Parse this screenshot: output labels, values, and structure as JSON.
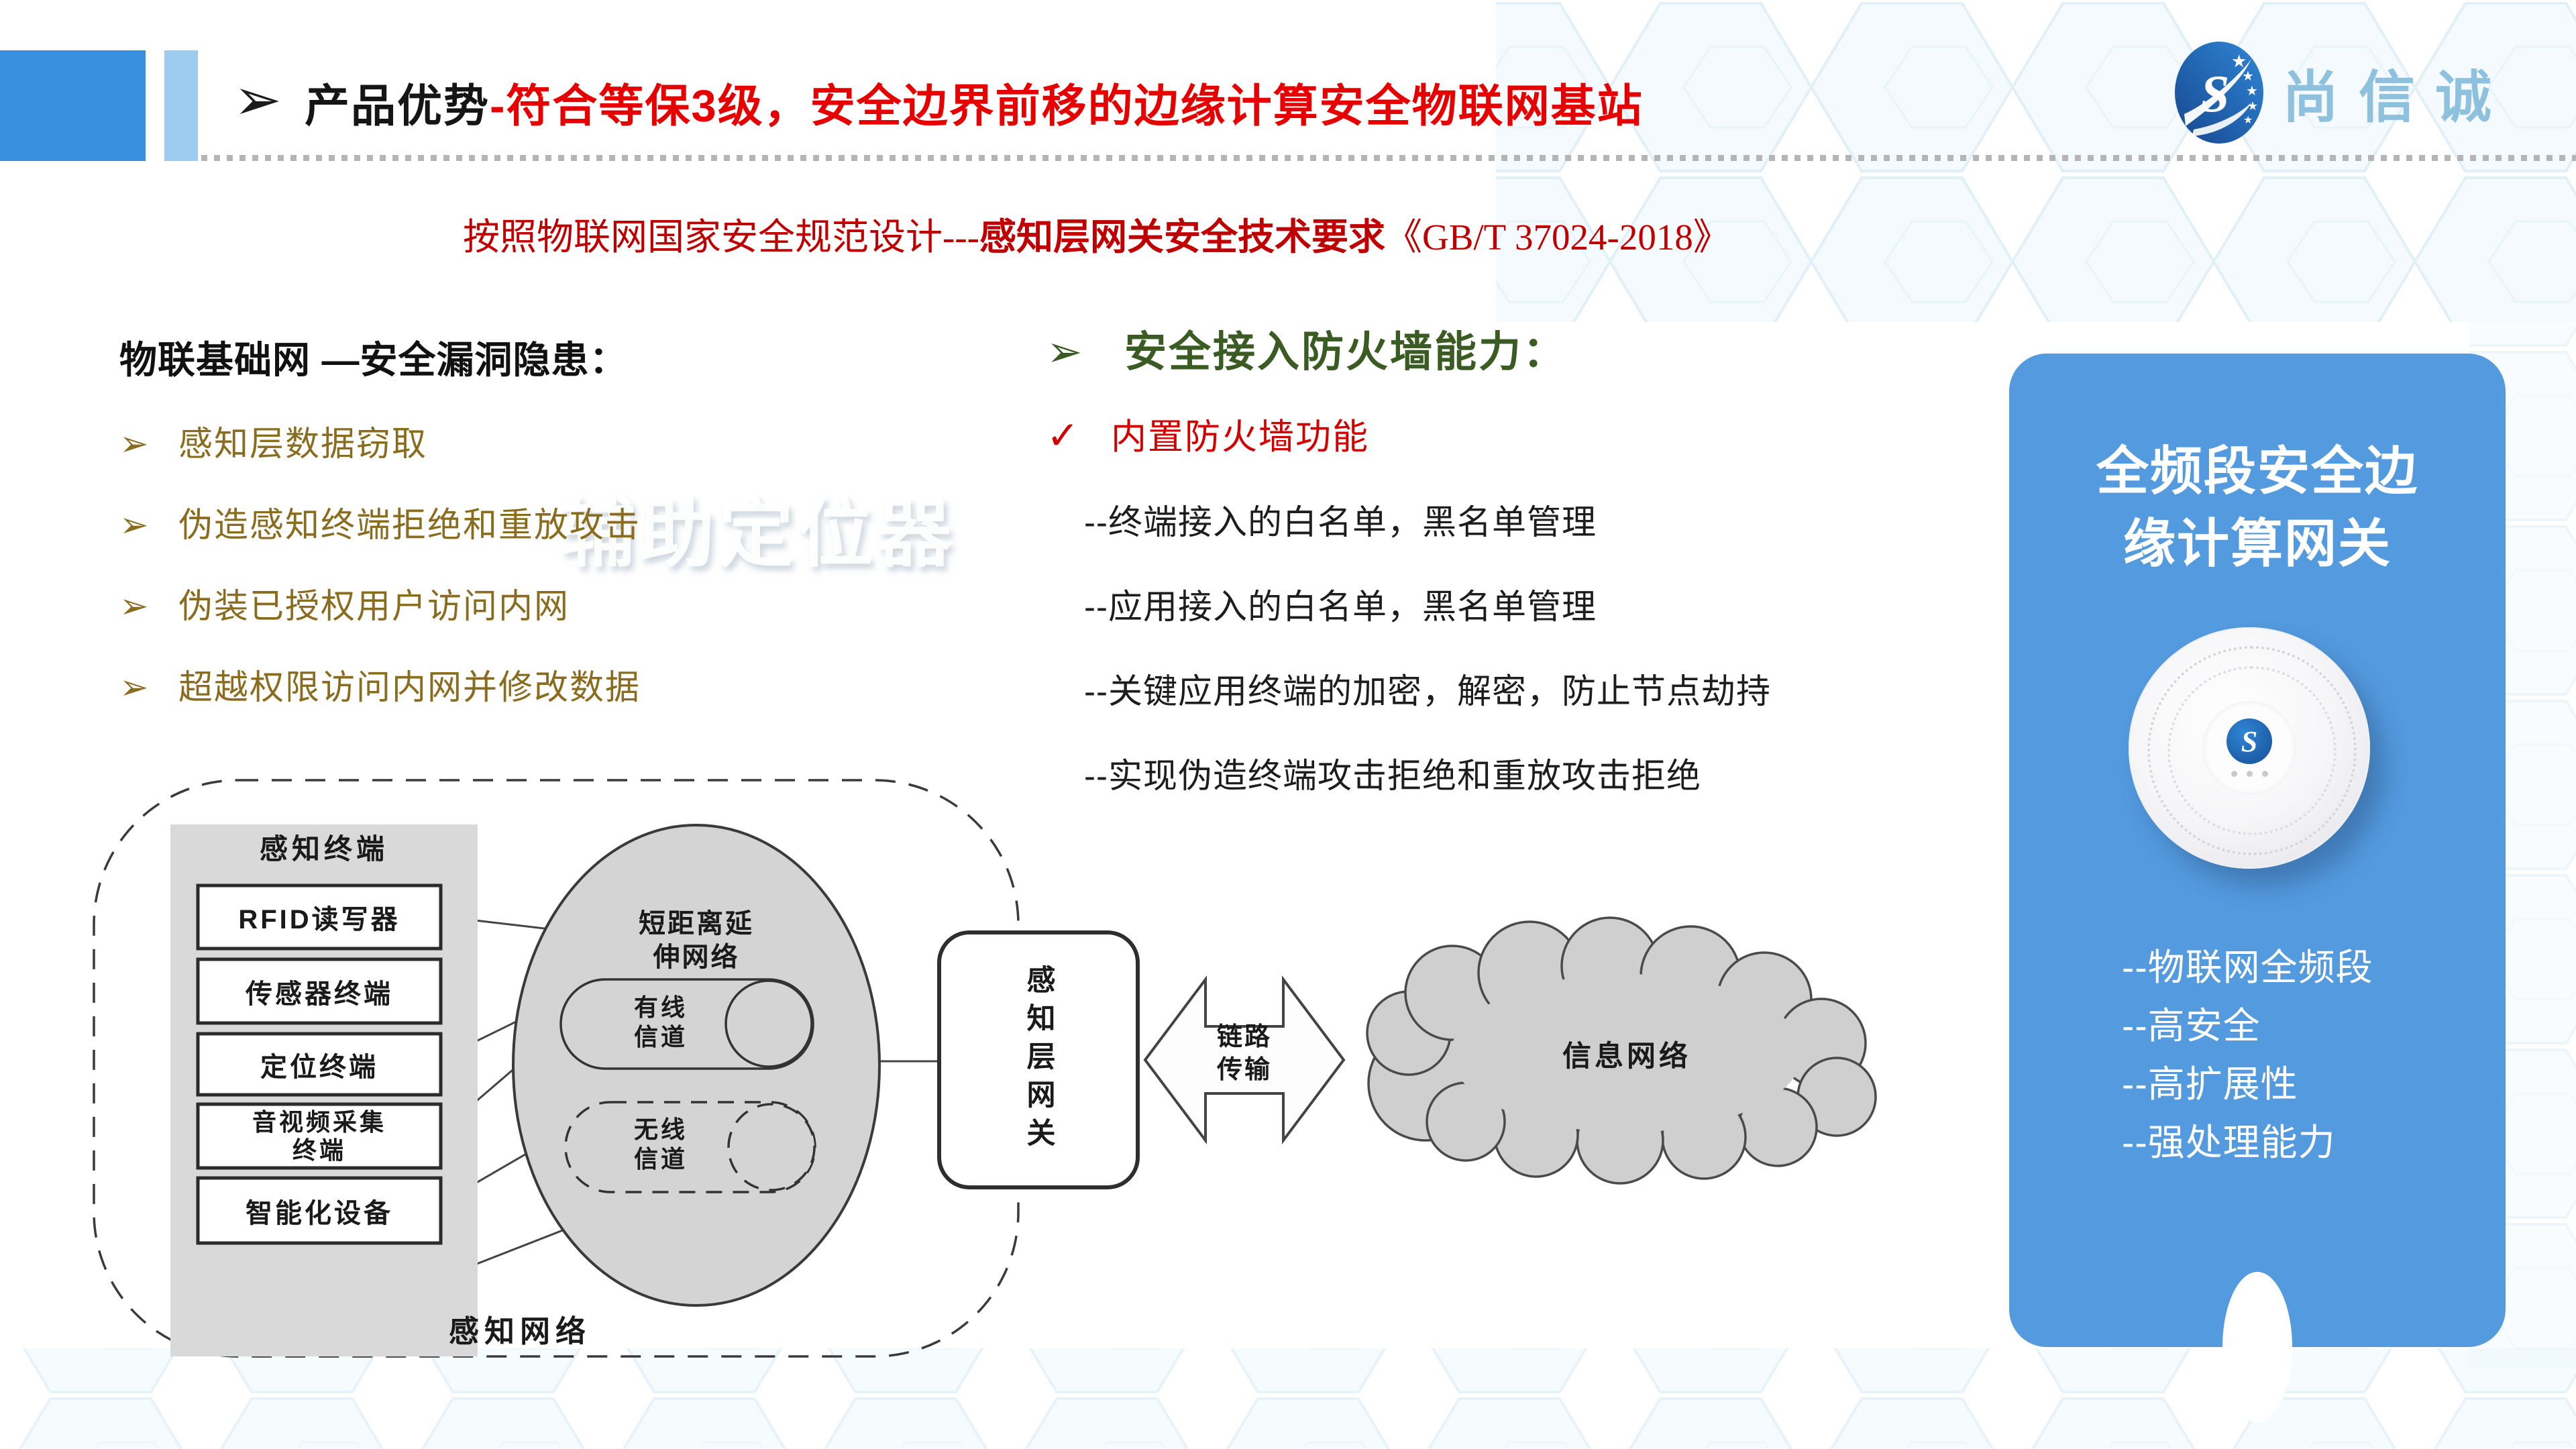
{
  "icons": {
    "bullet_arrow": "➢",
    "check": "✓",
    "monogram": "S"
  },
  "colors": {
    "header_rect_blue": "#3890DE",
    "header_bar_light": "#9ECCF0",
    "title_red": "#E60000",
    "subtitle_red": "#C00000",
    "risk_gold": "#8A6C1F",
    "firewall_green": "#3A5B22",
    "check_red": "#D40000",
    "card_blue": "#549ADE",
    "logo_text_blue": "#8EC1DE",
    "logo_emblem_blue": "#1D5EA8"
  },
  "header": {
    "title_black": "产品优势",
    "title_red": "-符合等保3级，安全边界前移的边缘计算安全物联网基站",
    "logo_company": "尚信诚"
  },
  "subtitle": {
    "prefix": "按照物联网国家安全规范设计---",
    "emphasis": "感知层网关安全技术要求",
    "standard": "《GB/T 37024-2018》"
  },
  "watermark": {
    "text": "辅助定位器"
  },
  "risks": {
    "heading": "物联基础网 —安全漏洞隐患：",
    "items": [
      "感知层数据窃取",
      "伪造感知终端拒绝和重放攻击",
      "伪装已授权用户访问内网",
      "超越权限访问内网并修改数据"
    ]
  },
  "firewall": {
    "heading": "安全接入防火墙能力：",
    "check_item": "内置防火墙功能",
    "details": [
      "--终端接入的白名单，黑名单管理",
      "--应用接入的白名单，黑名单管理",
      "--关键应用终端的加密，解密，防止节点劫持",
      "--实现伪造终端攻击拒绝和重放攻击拒绝"
    ]
  },
  "product_card": {
    "title": "全频段安全边\n缘计算网关",
    "features": [
      "--物联网全频段",
      "--高安全",
      "--高扩展性",
      "--强处理能力"
    ]
  },
  "diagram": {
    "terminals_title": "感知终端",
    "terminal_items": [
      "RFID读写器",
      "传感器终端",
      "定位终端",
      "音视频采集\n终端",
      "智能化设备"
    ],
    "network_label": "感知网络",
    "extension_label": "短距离延\n伸网络",
    "wired_label": "有线\n信道",
    "wireless_label": "无线\n信道",
    "gateway_label": "感知层网关",
    "link_label": "链路\n传输",
    "cloud_label": "信息网络"
  }
}
